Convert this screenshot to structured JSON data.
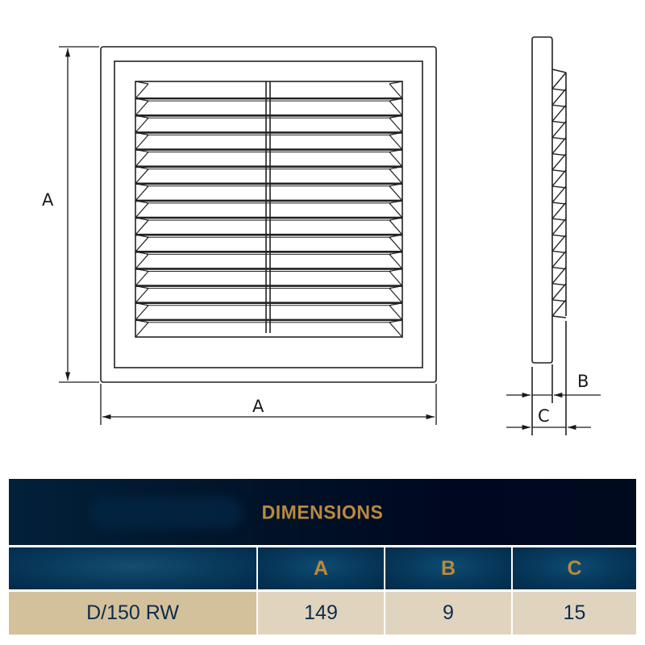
{
  "drawing": {
    "front_view": {
      "dimension_height_label": "A",
      "dimension_width_label": "A",
      "slat_rows": 15
    },
    "side_view": {
      "dimension_b_label": "B",
      "dimension_c_label": "C"
    }
  },
  "table": {
    "title": "DIMENSIONS",
    "columns": [
      "",
      "A",
      "B",
      "C"
    ],
    "rows": [
      {
        "model": "D/150 RW",
        "A": "149",
        "B": "9",
        "C": "15"
      }
    ]
  },
  "colors": {
    "header_bg": "#000a1f",
    "column_header_bg": "#073a5e",
    "accent_gold": "#b98a40",
    "model_cell_bg": "#d3c19b",
    "value_cell_bg": "#e0d4bf",
    "value_text": "#0e2c4c"
  }
}
